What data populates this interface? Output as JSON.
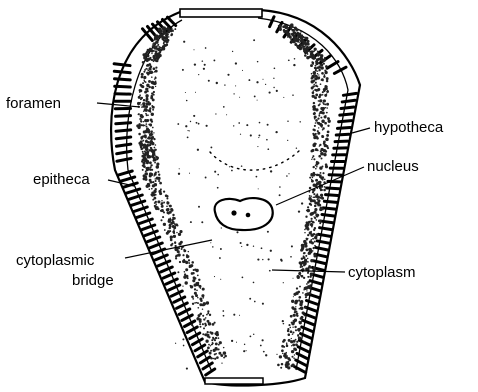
{
  "labels": {
    "foramen": "foramen",
    "hypotheca": "hypotheca",
    "nucleus": "nucleus",
    "epitheca": "epitheca",
    "cytoplasmic_line1": "cytoplasmic",
    "cytoplasmic_line2": "bridge",
    "cytoplasm": "cytoplasm"
  },
  "colors": {
    "ink": "#000000",
    "stipple": "#222222",
    "background": "#ffffff"
  }
}
